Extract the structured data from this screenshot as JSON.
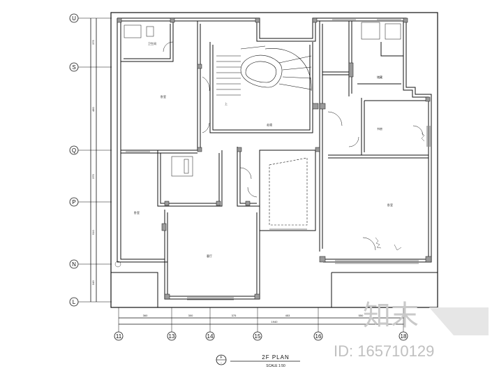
{
  "drawing": {
    "title": "2F PLAN",
    "scale": "SCALE 1:50",
    "title_marker": "F",
    "title_marker_sub": "-"
  },
  "grid_left": [
    {
      "label": "U"
    },
    {
      "label": "S"
    },
    {
      "label": "Q"
    },
    {
      "label": "P"
    },
    {
      "label": "N"
    },
    {
      "label": "L"
    }
  ],
  "grid_bottom": [
    {
      "label": "11"
    },
    {
      "label": "13"
    },
    {
      "label": "14"
    },
    {
      "label": "15"
    },
    {
      "label": "16"
    },
    {
      "label": "18"
    }
  ],
  "dims_bottom": [
    "360",
    "300",
    "375",
    "453",
    "550"
  ],
  "dims_bottom_total": "1940",
  "dims_left": [
    "375",
    "480",
    "375",
    "510",
    "345"
  ],
  "rooms": {
    "topleft_bath": "卫生间",
    "left_bedroom": "卧室",
    "center_hall": "走道",
    "right_room_top": "储藏",
    "right_study": "书房",
    "right_bedroom": "卧室",
    "left_lower": "卧室",
    "center_lower": "客厅",
    "stair_label": "上"
  },
  "watermark": {
    "logo_text": "知末",
    "id_text": "ID: 165710129"
  },
  "colors": {
    "line": "#111111",
    "wall_fill": "#ffffff",
    "column_fill": "#9a9a9a",
    "watermark": "#c4c4c4"
  }
}
